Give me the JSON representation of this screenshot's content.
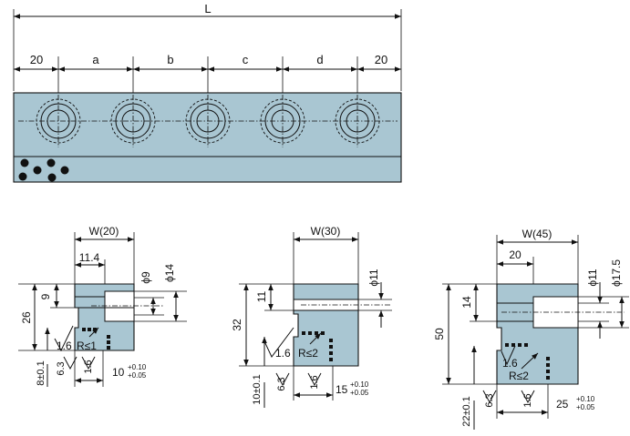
{
  "top_view": {
    "overall_length": "L",
    "pitch_labels": [
      "20",
      "a",
      "b",
      "c",
      "d",
      "20"
    ]
  },
  "section_20": {
    "width": "W(20)",
    "counterbore_offset": "11.4",
    "hole_dia": "ϕ9",
    "counterbore_dia": "ϕ14",
    "counterbore_depth": "9",
    "height": "26",
    "roughness_a": "1.6",
    "radius": "R≤1",
    "roughness_b": "6.3",
    "roughness_c": "1.6",
    "base_tol": "8±0.1",
    "slot_width": "10",
    "slot_tol_upper": "+0.10",
    "slot_tol_lower": "+0.05"
  },
  "section_30": {
    "width": "W(30)",
    "hole_dia": "ϕ11",
    "counterbore_depth": "11",
    "height": "32",
    "roughness_a": "1.6",
    "radius": "R≤2",
    "roughness_b": "6.3",
    "roughness_c": "1.6",
    "base_tol": "10±0.1",
    "slot_width": "15",
    "slot_tol_upper": "+0.10",
    "slot_tol_lower": "+0.05"
  },
  "section_45": {
    "width": "W(45)",
    "counterbore_offset": "20",
    "hole_dia": "ϕ11",
    "counterbore_dia": "ϕ17.5",
    "counterbore_depth": "14",
    "height": "50",
    "roughness_a": "1.6",
    "radius": "R≤2",
    "roughness_b": "6.3",
    "roughness_c": "1.6",
    "base_tol": "22±0.1",
    "slot_width": "25",
    "slot_tol_upper": "+0.10",
    "slot_tol_lower": "+0.05"
  },
  "colors": {
    "part_fill": "#a9c6d2",
    "line": "#111111",
    "background": "#ffffff"
  }
}
